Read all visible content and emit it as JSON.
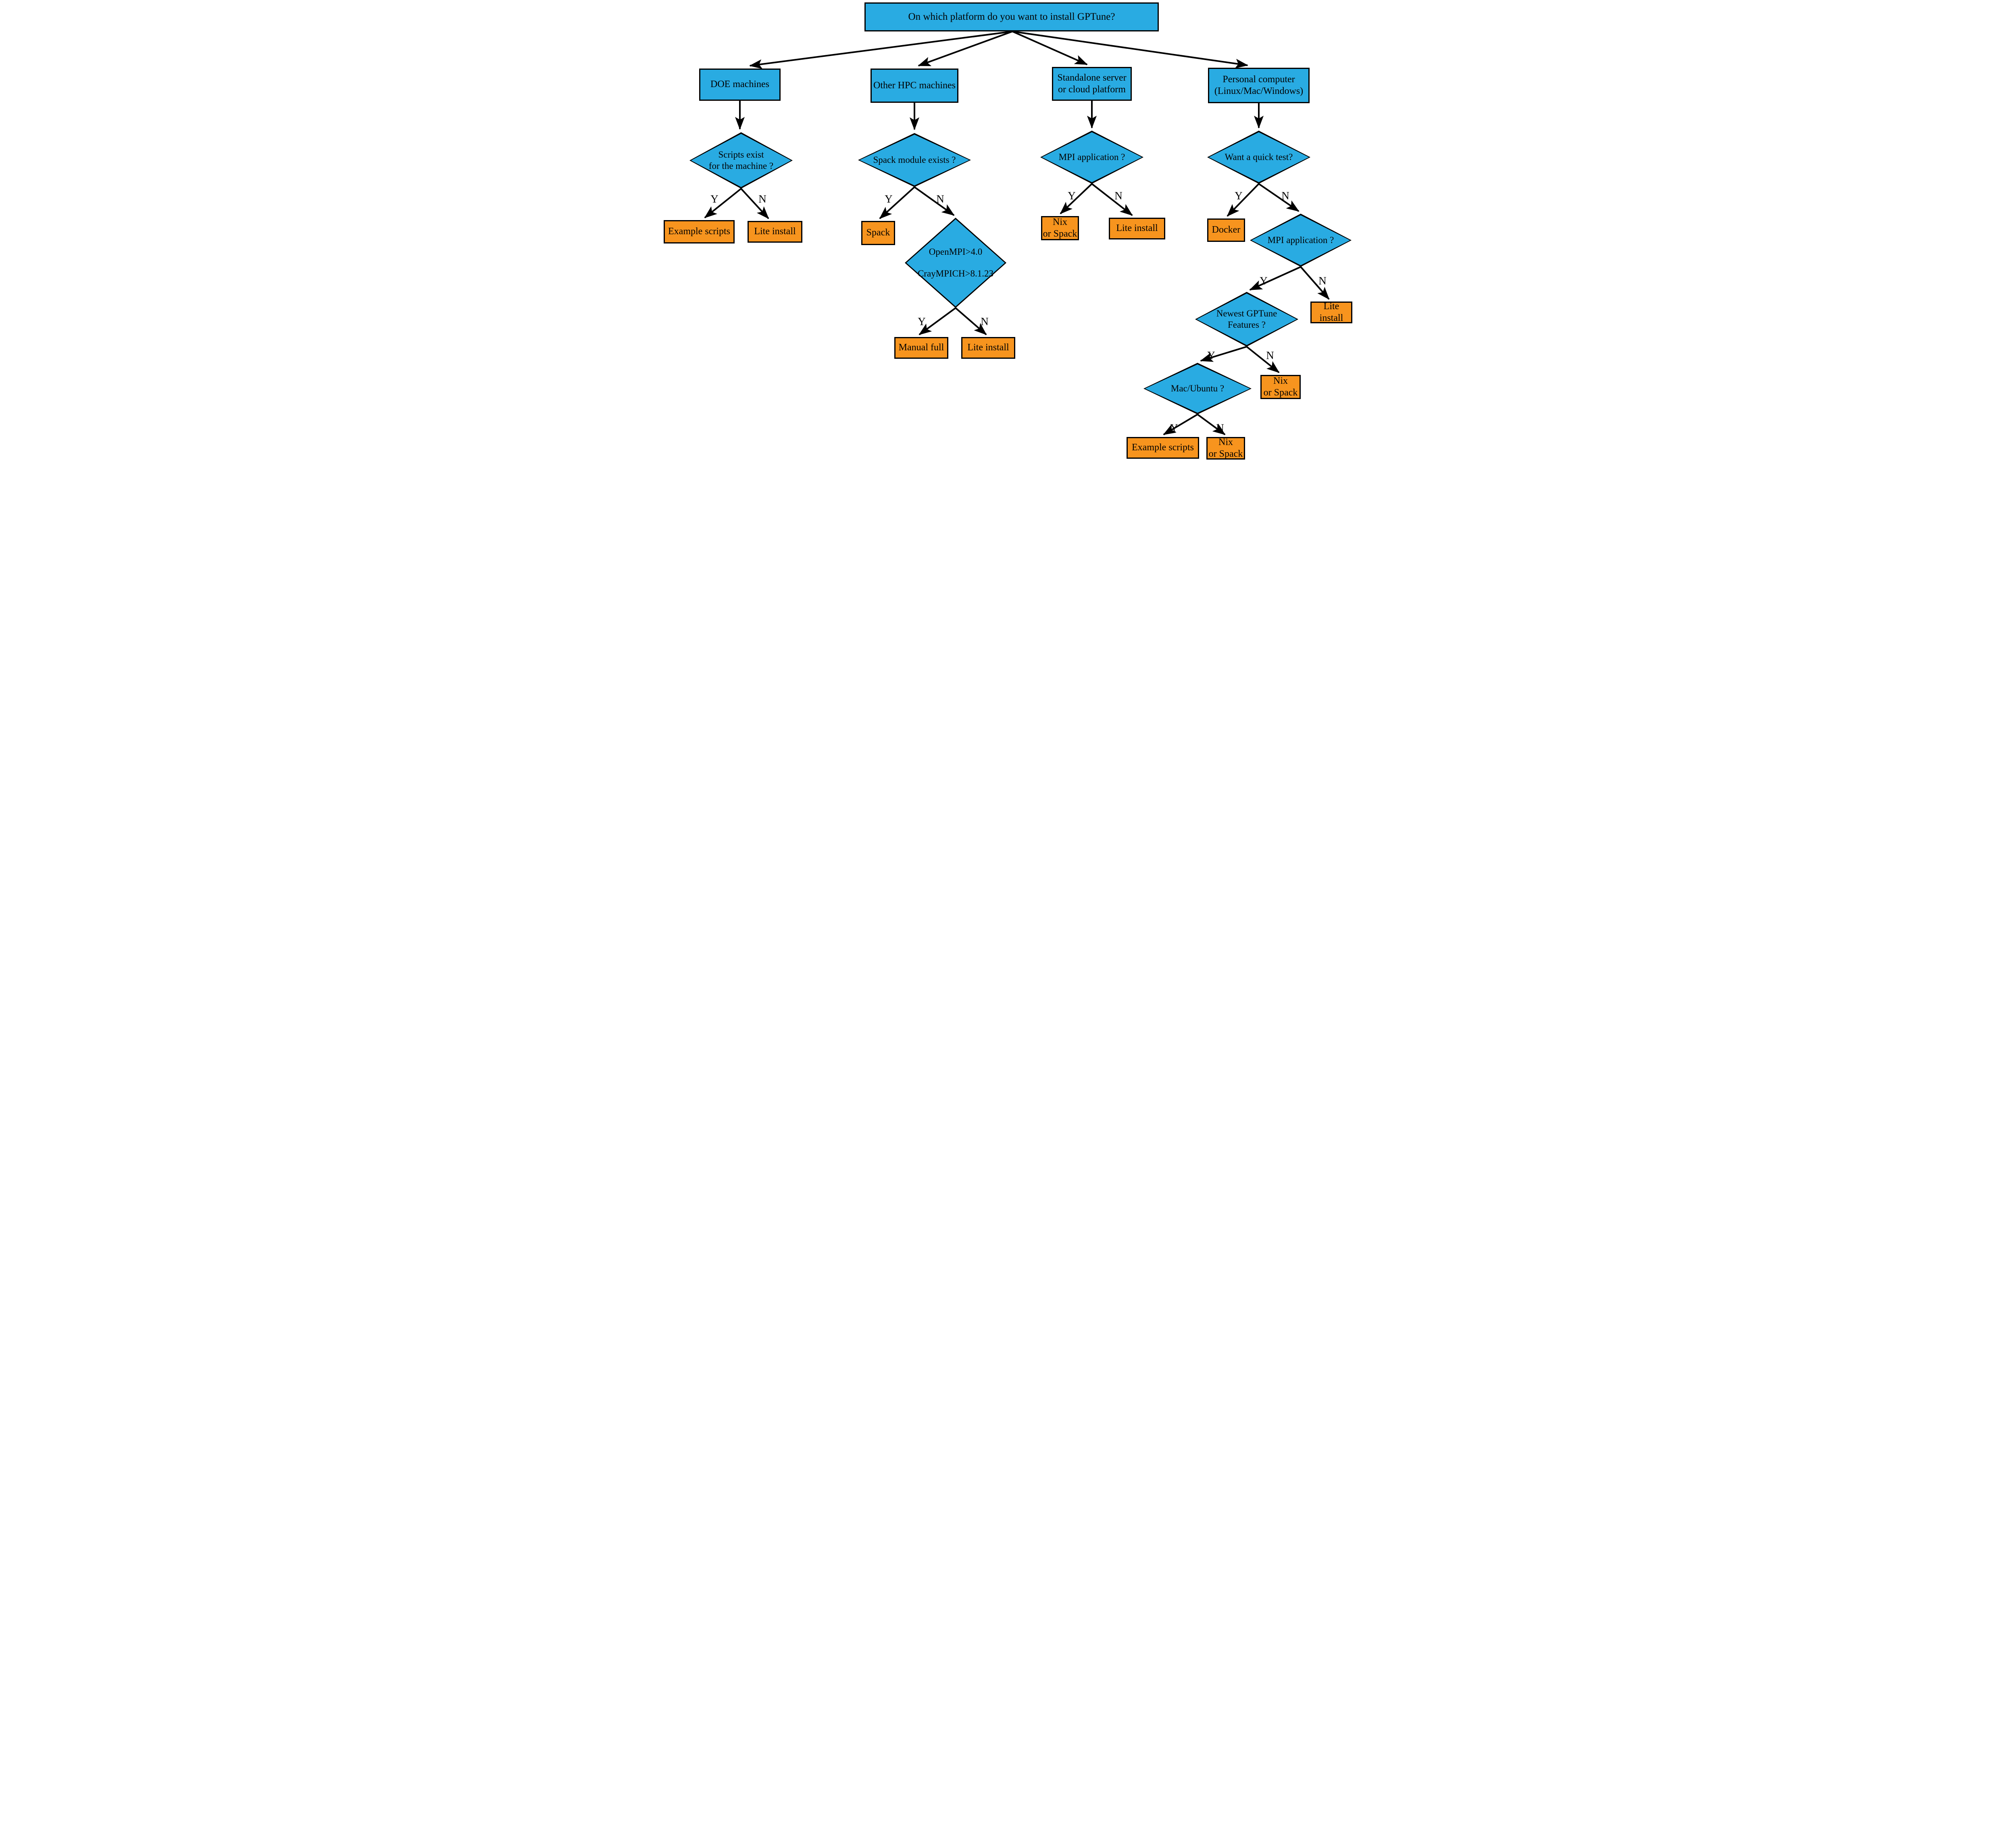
{
  "title": "GPTune installation decision flowchart",
  "colors": {
    "node_blue": "#29ABE2",
    "node_orange": "#F7941E",
    "arrow_black": "#000000",
    "background": "#FFFFFF"
  },
  "labels": {
    "yes": "Y",
    "no": "N"
  },
  "root": {
    "question": "On which platform do you want to install GPTune?"
  },
  "branches": {
    "doe": {
      "title": "DOE machines",
      "decision_line1": "Scripts exist",
      "decision_line2": "for the machine ?",
      "yes_result": "Example scripts",
      "no_result": "Lite install"
    },
    "hpc": {
      "title": "Other HPC machines",
      "decision": "Spack module exists ?",
      "yes_result": "Spack",
      "mpi_decision_line1": "OpenMPI>4.0",
      "mpi_decision_line2": "CrayMPICH>8.1.23",
      "mpi_yes_result": "Manual full",
      "mpi_no_result": "Lite install"
    },
    "server": {
      "title_line1": "Standalone server",
      "title_line2": "or cloud platform",
      "decision": "MPI application ?",
      "yes_result_line1": "Nix",
      "yes_result_line2": "or Spack",
      "no_result": "Lite install"
    },
    "pc": {
      "title_line1": "Personal computer",
      "title_line2": "(Linux/Mac/Windows)",
      "decision": "Want a quick test?",
      "yes_result": "Docker",
      "mpi_decision": "MPI application ?",
      "mpi_no_result": "Lite install",
      "features_decision_line1": "Newest GPTune",
      "features_decision_line2": "Features ?",
      "features_no_result_line1": "Nix",
      "features_no_result_line2": "or Spack",
      "os_decision": "Mac/Ubuntu ?",
      "os_yes_result": "Example scripts",
      "os_no_result_line1": "Nix",
      "os_no_result_line2": "or Spack"
    }
  }
}
